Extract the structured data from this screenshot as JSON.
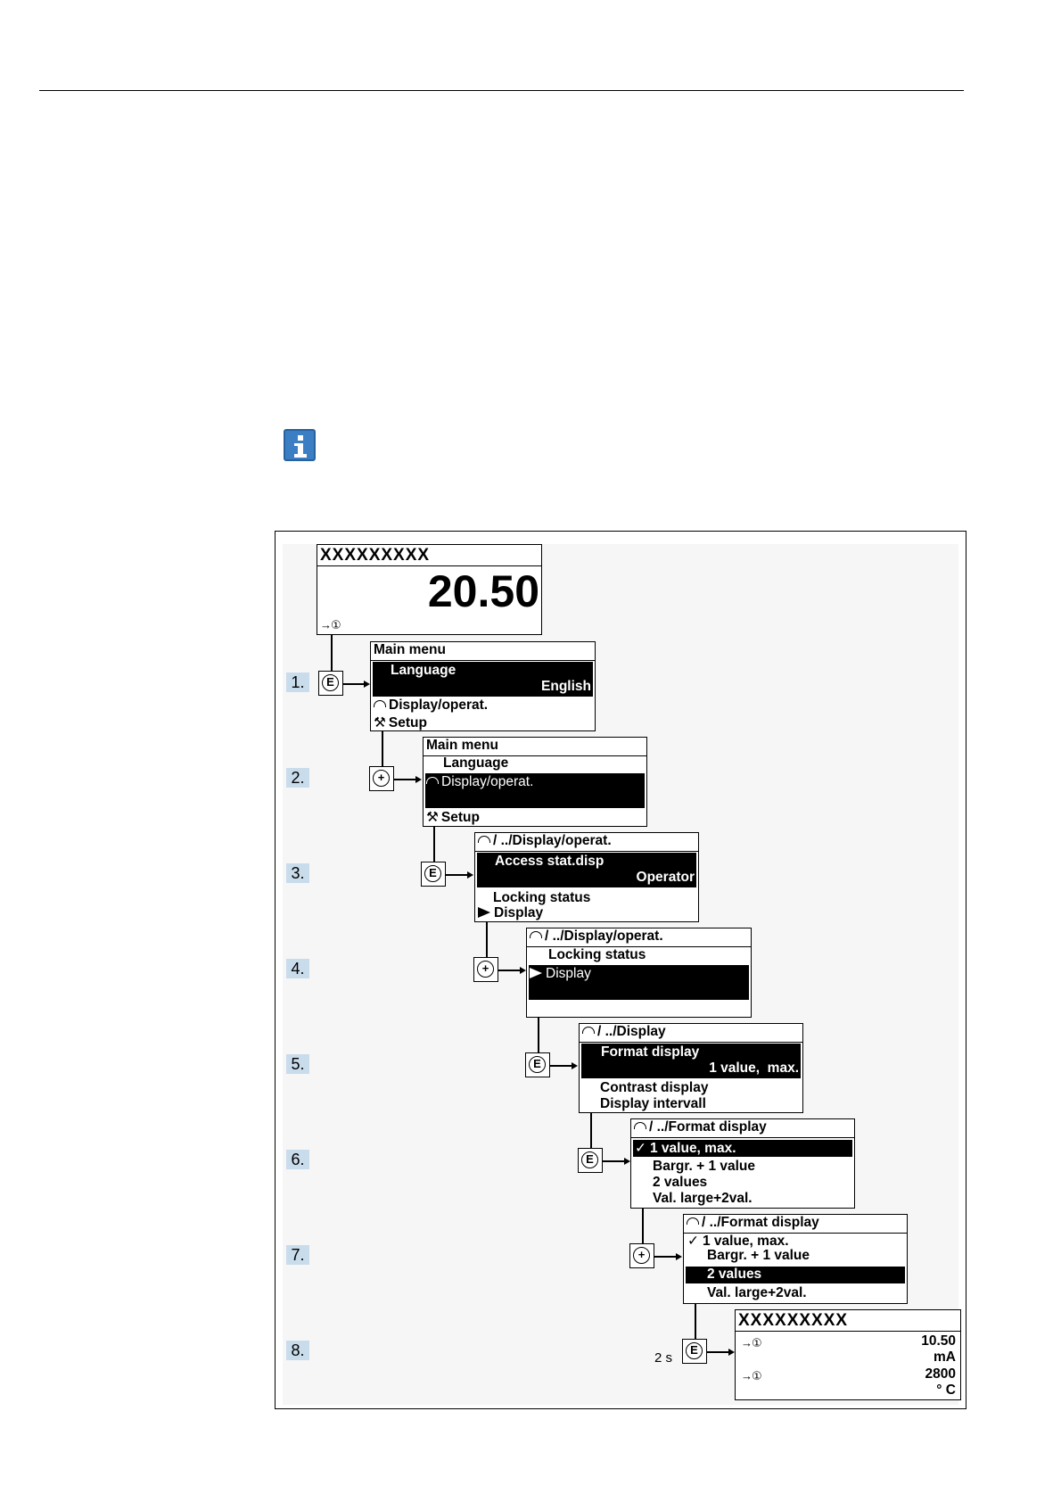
{
  "info_icon": "info-icon",
  "figure": {
    "top_screen": {
      "title": "XXXXXXXXX",
      "value": "20.50",
      "indicator": "→①"
    },
    "steps": [
      "1.",
      "2.",
      "3.",
      "4.",
      "5.",
      "6.",
      "7.",
      "8."
    ],
    "keys": [
      "E",
      "+",
      "E",
      "+",
      "E",
      "E",
      "+",
      "E"
    ],
    "delay_label": "2 s",
    "screen1": {
      "title": "Main menu",
      "hl_label": "Language",
      "hl_value": "English",
      "item1": "Display/operat.",
      "item2": "Setup"
    },
    "screen2": {
      "title": "Main menu",
      "item0": "Language",
      "hl_label": "Display/operat.",
      "item2": "Setup"
    },
    "screen3": {
      "title": "/ ../Display/operat.",
      "hl_label": "Access stat.disp",
      "hl_value": "Operator",
      "item1": "Locking status",
      "item2": "Display"
    },
    "screen4": {
      "title": "/ ../Display/operat.",
      "item0": "Locking status",
      "hl_label": "Display"
    },
    "screen5": {
      "title": "/ ../Display",
      "hl_label": "Format display",
      "hl_value": "1 value,  max.",
      "item1": "Contrast display",
      "item2": "Display intervall"
    },
    "screen6": {
      "title": "/ ../Format display",
      "hl_label": "1 value, max.",
      "item1": "Bargr. + 1 value",
      "item2": "2 values",
      "item3": "Val. large+2val."
    },
    "screen7": {
      "title": "/ ../Format display",
      "item0": "1 value, max.",
      "item1": "Bargr. + 1 value",
      "hl_label": "2 values",
      "item3": "Val. large+2val."
    },
    "screen8": {
      "title": "XXXXXXXXX",
      "indicator": "→①",
      "v1": "10.50",
      "u1": "mA",
      "v2": "2800",
      "u2": "° C"
    }
  }
}
